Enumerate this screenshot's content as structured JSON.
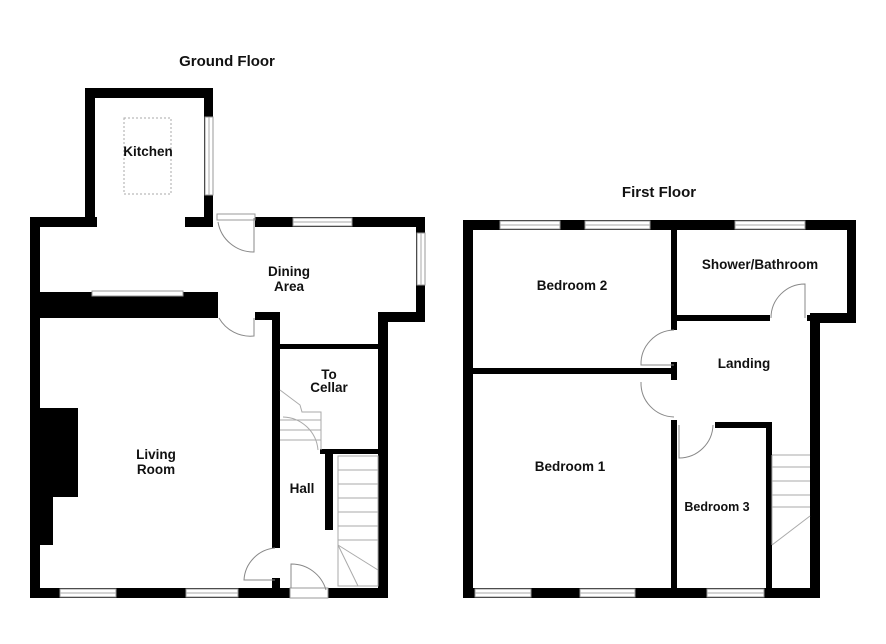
{
  "floors": {
    "ground": {
      "title": "Ground Floor",
      "rooms": {
        "kitchen": "Kitchen",
        "dining_1": "Dining",
        "dining_2": "Area",
        "cellar_1": "To",
        "cellar_2": "Cellar",
        "living_1": "Living",
        "living_2": "Room",
        "hall": "Hall"
      }
    },
    "first": {
      "title": "First Floor",
      "rooms": {
        "bedroom2": "Bedroom 2",
        "bathroom": "Shower/Bathroom",
        "landing": "Landing",
        "bedroom1": "Bedroom 1",
        "bedroom3": "Bedroom 3"
      }
    }
  },
  "colors": {
    "wall": "#000000",
    "window": "#999999",
    "background": "#ffffff"
  }
}
